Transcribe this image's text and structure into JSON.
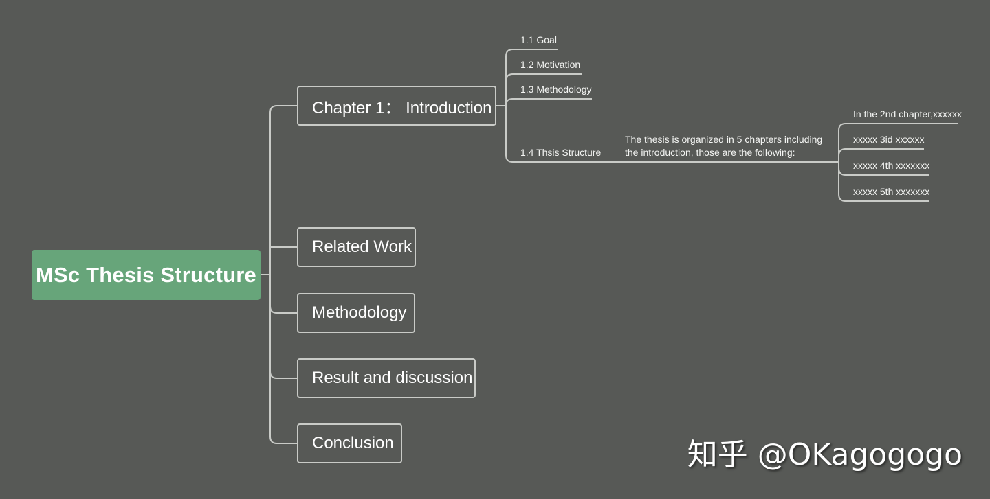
{
  "root": {
    "label": "MSc Thesis Structure",
    "color": "#67a57a"
  },
  "branches": [
    {
      "label": "Chapter 1：  Introduction"
    },
    {
      "label": "Related Work"
    },
    {
      "label": "Methodology"
    },
    {
      "label": "Result and discussion"
    },
    {
      "label": "Conclusion"
    }
  ],
  "chapter1": {
    "subtopics": [
      "1.1 Goal",
      "1.2 Motivation",
      "1.3 Methodology",
      "1.4 Thsis Structure"
    ],
    "structure_description": "The thesis is organized in 5 chapters including the introduction, those are the following:",
    "chapters": [
      "In the 2nd chapter,xxxxxx",
      "xxxxx 3id xxxxxx",
      "xxxxx 4th xxxxxxx",
      "xxxxx 5th xxxxxxx"
    ]
  },
  "watermark": "知乎 @OKagogogo",
  "colors": {
    "background": "#575956",
    "line": "#c9cbc7",
    "root": "#67a57a"
  }
}
